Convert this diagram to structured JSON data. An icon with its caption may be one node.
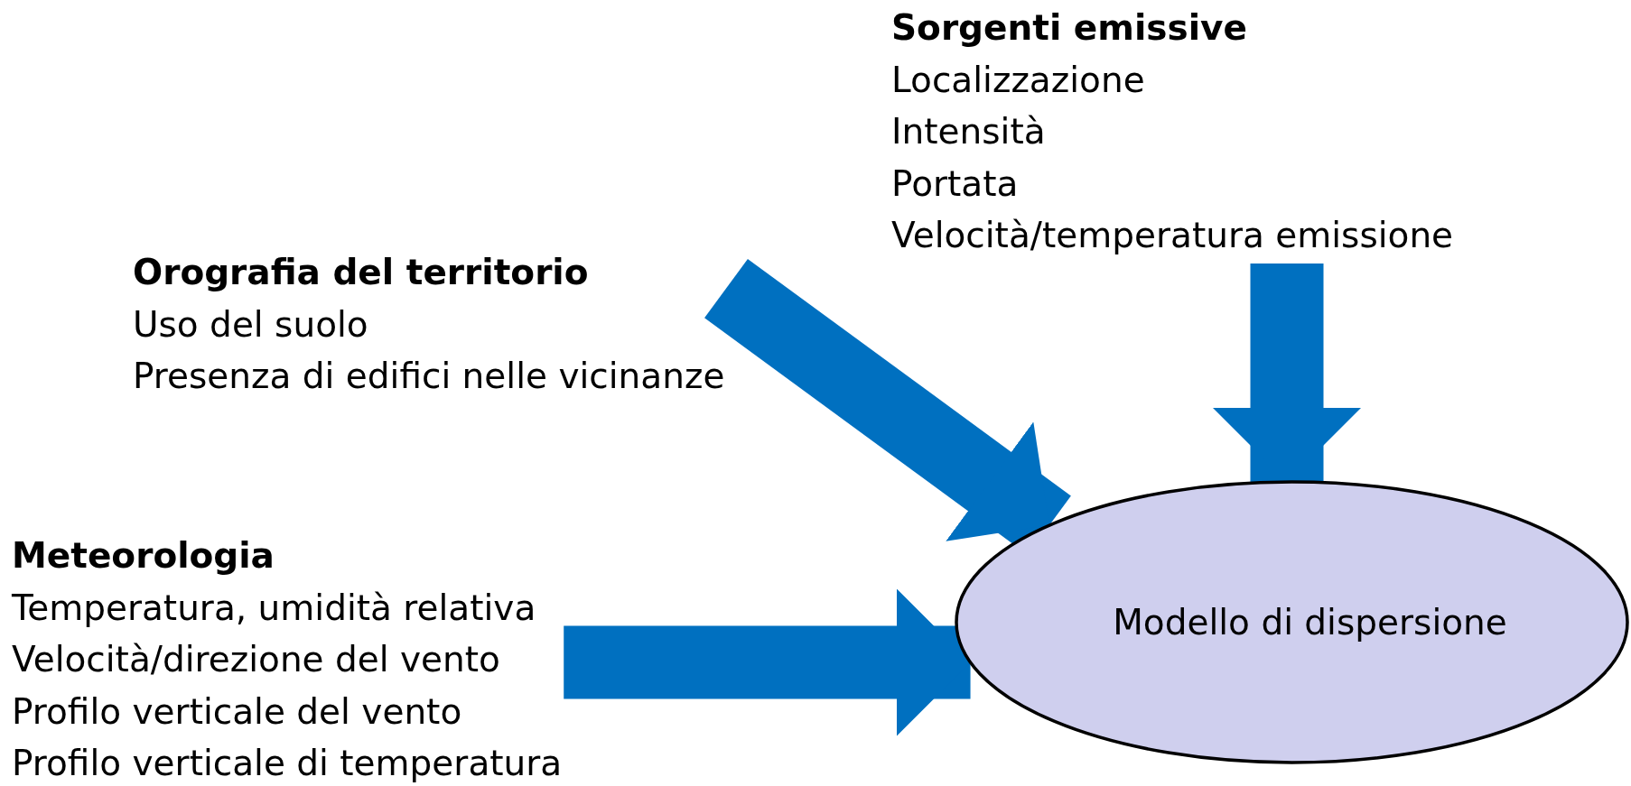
{
  "diagram": {
    "nodes": [
      {
        "text": [
          "Sorgenti emissive",
          "Localizzazione",
          "Intensità",
          "Portata",
          "Velocità/temperatura emissione"
        ]
      },
      {
        "text": [
          "Orografia del territorio",
          "Uso del suolo",
          "Presenza di edifici nelle vicinanze"
        ]
      },
      {
        "text": [
          "Meteorologia",
          "Temperatura, umidità relativa",
          "Velocità/direzione del vento",
          "Profilo verticale del vento",
          "Profilo verticale di temperatura"
        ]
      },
      {
        "text": [
          "Modello di dispersione"
        ]
      }
    ],
    "edges": [
      {
        "from": 0,
        "to": 3,
        "arrow": "to"
      },
      {
        "from": 1,
        "to": 3,
        "arrow": "to"
      },
      {
        "from": 2,
        "to": 3,
        "arrow": "to"
      }
    ]
  }
}
